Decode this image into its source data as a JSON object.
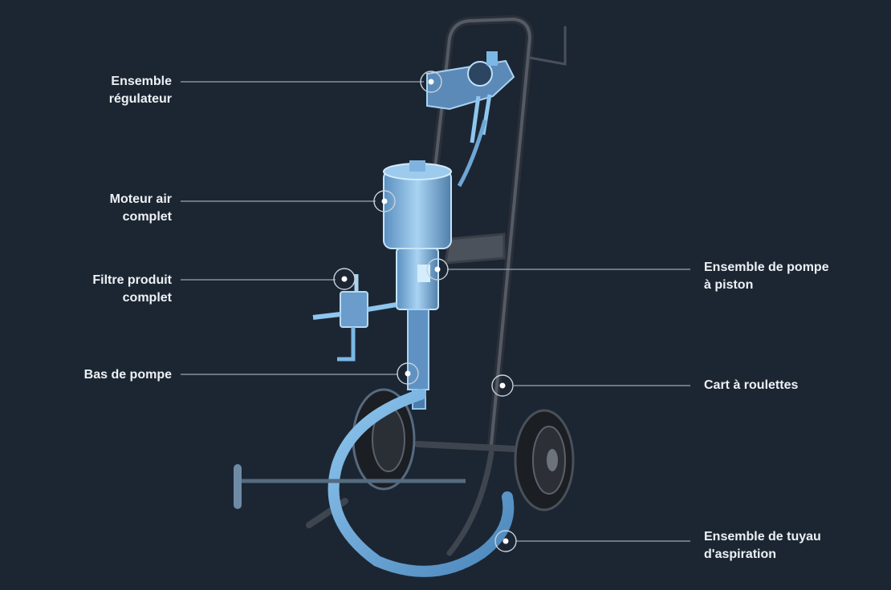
{
  "callouts": {
    "regulator": {
      "line1": "Ensemble",
      "line2": "régulateur"
    },
    "motor": {
      "line1": "Moteur air",
      "line2": "complet"
    },
    "filter": {
      "line1": "Filtre produit",
      "line2": "complet"
    },
    "lower_pump": {
      "line1": "Bas de pompe"
    },
    "piston_pump": {
      "line1": "Ensemble de pompe",
      "line2": "à piston"
    },
    "cart": {
      "line1": "Cart à roulettes"
    },
    "suction_hose": {
      "line1": "Ensemble de tuyau",
      "line2": "d'aspiration"
    }
  },
  "colors": {
    "background": "#1c2633",
    "leader_line": "#9aa6b2",
    "highlight_blue": "#7ab8e6",
    "frame_dark": "#3a3f47",
    "label_text": "#eef1f4"
  }
}
